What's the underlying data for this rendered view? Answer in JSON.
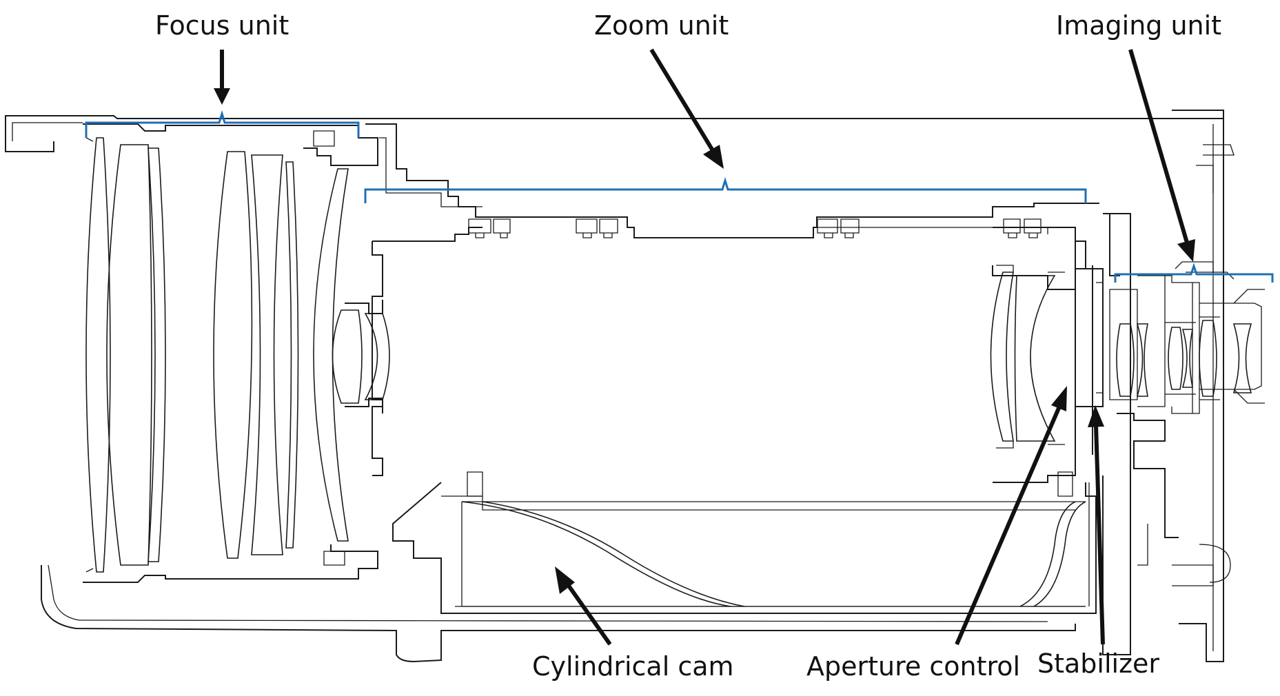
{
  "labels": {
    "focus_unit": "Focus unit",
    "zoom_unit": "Zoom unit",
    "imaging_unit": "Imaging unit",
    "cylindrical_cam": "Cylindrical cam",
    "aperture_control": "Aperture control",
    "stabilizer": "Stabilizer"
  },
  "colors": {
    "brace": "#1f6fb4",
    "outline": "#1a1a1a",
    "arrow": "#111111"
  }
}
